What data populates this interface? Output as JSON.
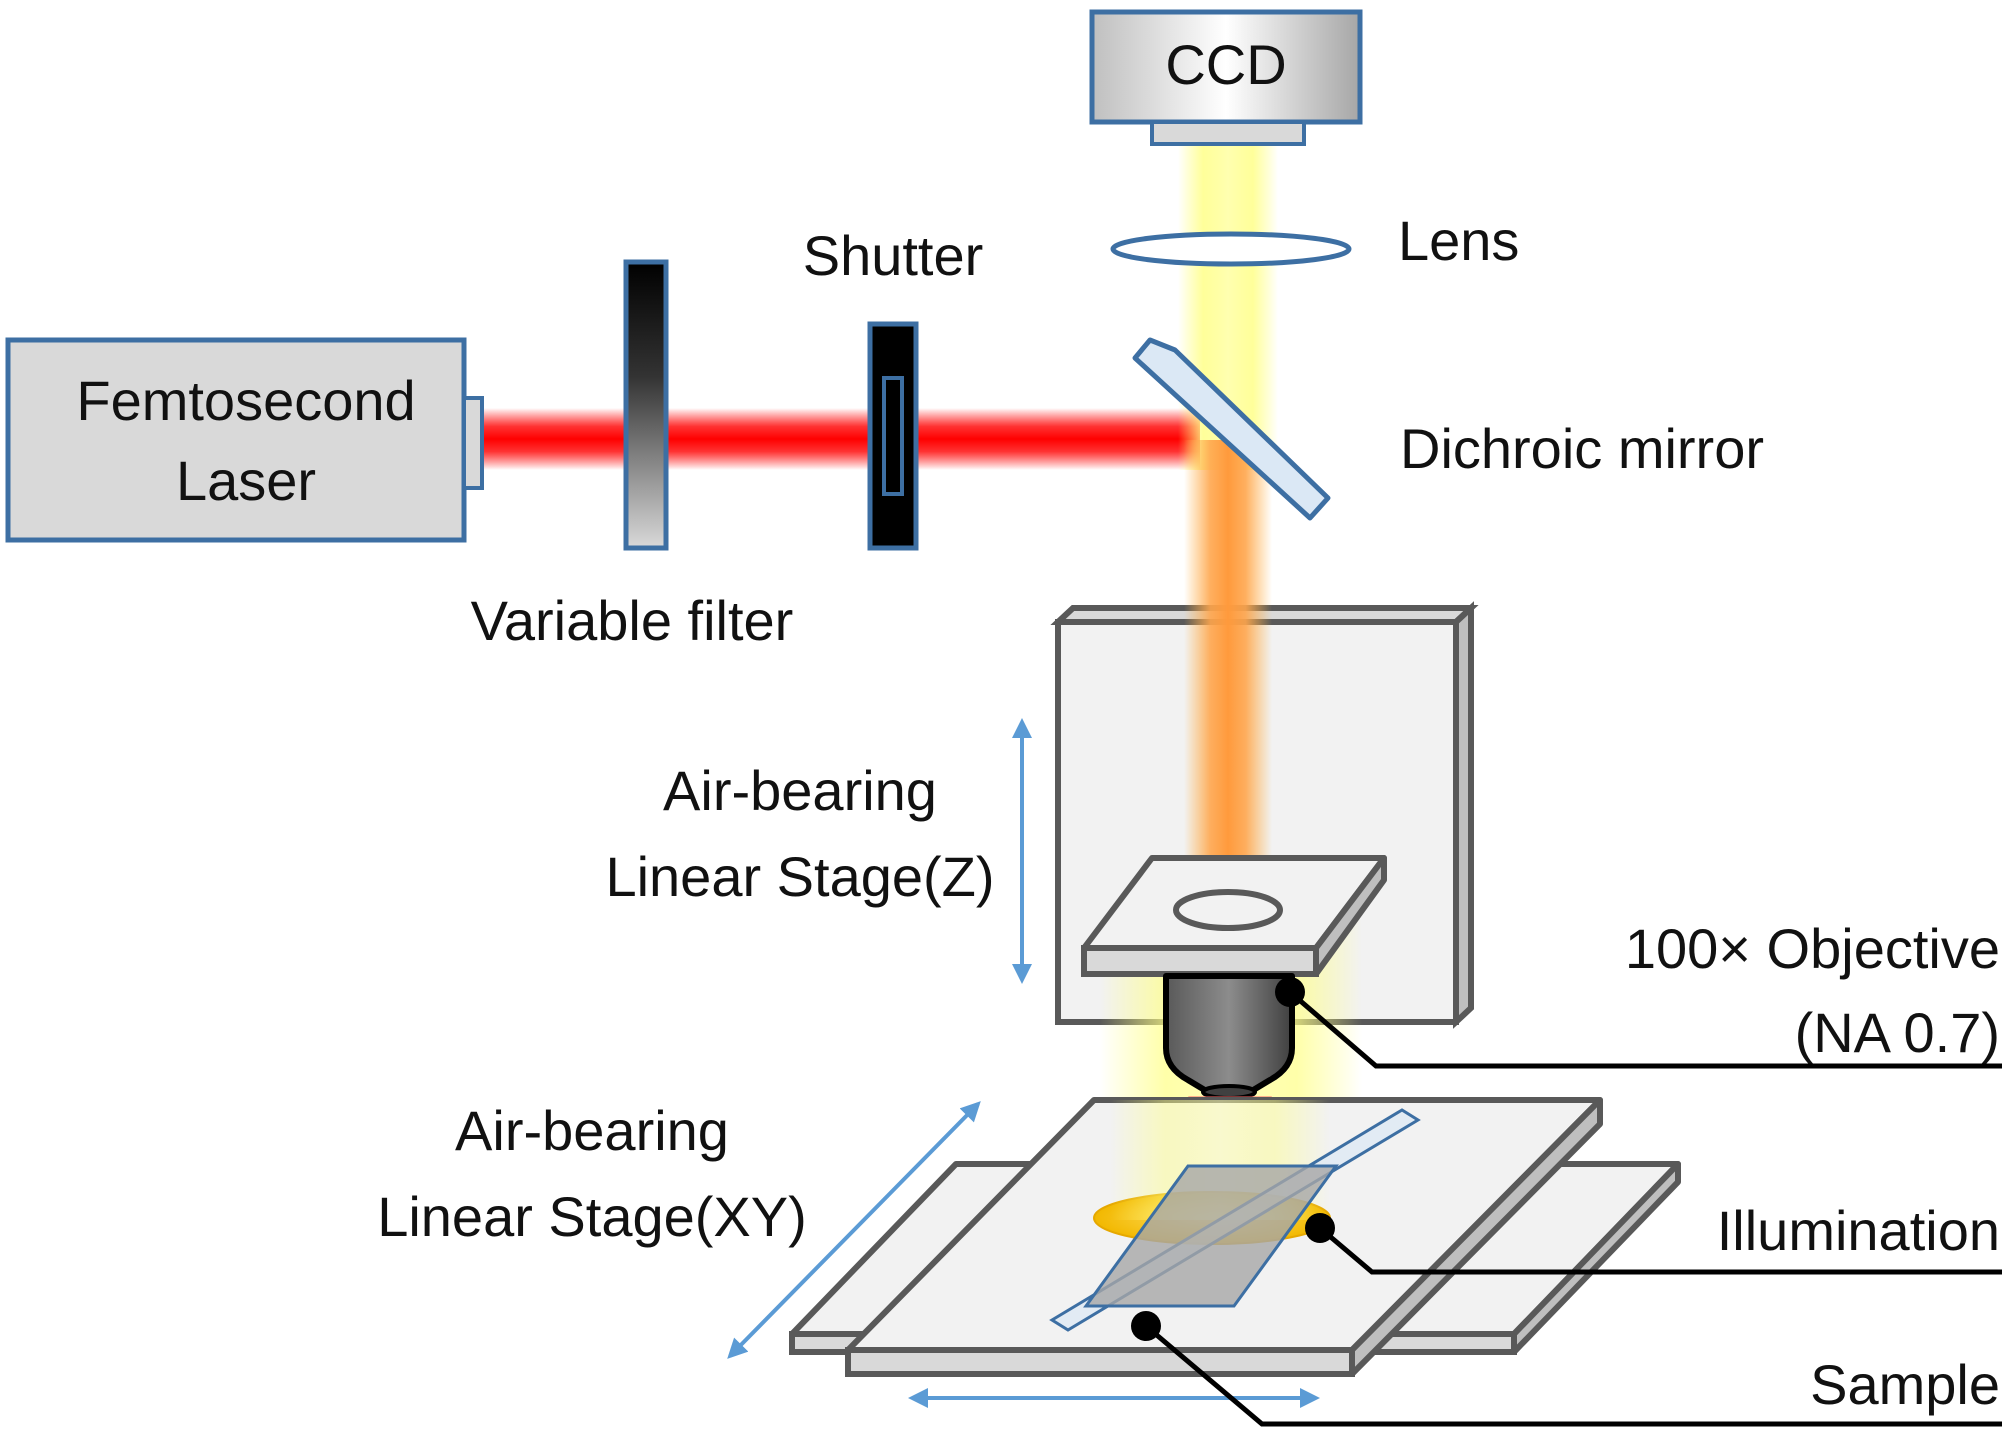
{
  "labels": {
    "ccd": "CCD",
    "lens": "Lens",
    "shutter": "Shutter",
    "laser_line1": "Femtosecond",
    "laser_line2": "Laser",
    "dichroic_mirror": "Dichroic mirror",
    "variable_filter": "Variable filter",
    "z_stage_line1": "Air-bearing",
    "z_stage_line2": "Linear Stage(Z)",
    "objective_line1": "100× Objective",
    "objective_line2": "(NA 0.7)",
    "xy_stage_line1": "Air-bearing",
    "xy_stage_line2": "Linear Stage(XY)",
    "illumination": "Illumination",
    "sample": "Sample"
  },
  "colors": {
    "outline_blue": "#3d6fa3",
    "arrow_blue": "#5b9bd5",
    "laser_red": "#ff0000",
    "illumination_yellow": "#ffff80",
    "stage_gray": "#f2f2f2",
    "stage_outline": "#595959"
  }
}
